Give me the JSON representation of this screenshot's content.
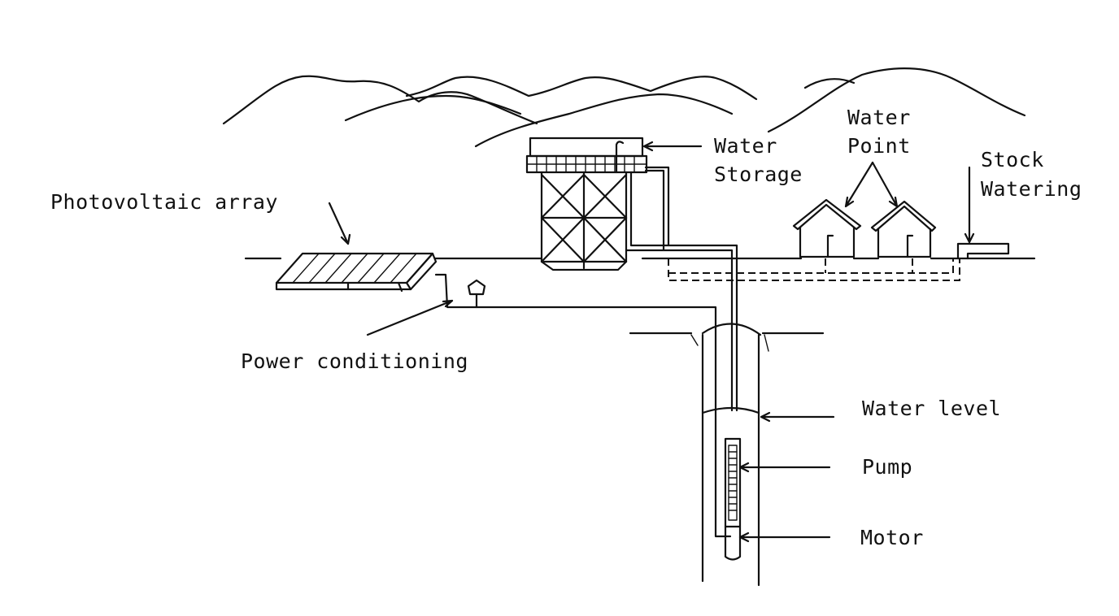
{
  "labels": {
    "photovoltaic_array": "Photovoltaic array",
    "water_storage_line1": "Water",
    "water_storage_line2": "Storage",
    "water_point_line1": "Water",
    "water_point_line2": "Point",
    "stock_watering_line1": "Stock",
    "stock_watering_line2": "Watering",
    "power_conditioning": "Power conditioning",
    "water_level": "Water level",
    "pump": "Pump",
    "motor": "Motor"
  }
}
